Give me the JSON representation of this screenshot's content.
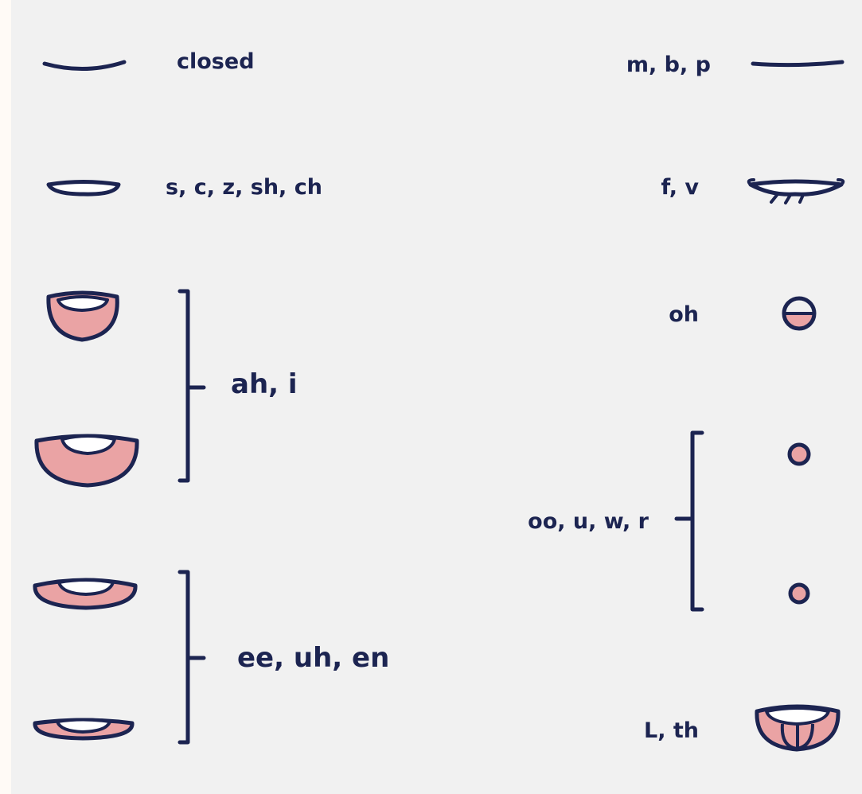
{
  "colors": {
    "background": "#f1f1f1",
    "ink": "#1c2451",
    "mouth_fill": "#eaa3a4",
    "teeth": "#ffffff"
  },
  "labels": {
    "closed": "closed",
    "s_group": "s, c, z, sh, ch",
    "ah_i": "ah, i",
    "ee_uh_en": "ee, uh, en",
    "m_b_p": "m, b, p",
    "f_v": "f, v",
    "oh": "oh",
    "oo_group": "oo, u, w, r",
    "l_th": "L, th"
  },
  "icons": {
    "closed": "closed-mouth-line",
    "s_group": "narrow-teeth-mouth",
    "ah_i": "open-mouth",
    "ee_uh_en": "wide-mouth",
    "m_b_p": "pressed-lips-line",
    "f_v": "lip-bite-mouth",
    "oh": "round-oh-mouth",
    "oo_group": "small-circle-mouth",
    "l_th": "tongue-mouth"
  }
}
